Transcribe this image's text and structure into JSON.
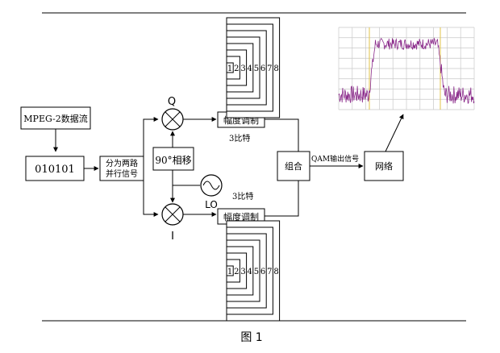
{
  "diagram": {
    "mpeg_label": "MPEG-2数据流",
    "binary_label": "010101",
    "split_label_line1": "分为两路",
    "split_label_line2": "并行信号",
    "phase_shift_label": "90°相移",
    "q_label": "Q",
    "i_label": "I",
    "lo_label": "LO",
    "amp_mod_top": "幅度调制",
    "amp_mod_bottom": "幅度调制",
    "bits_top": "3比特",
    "bits_bottom": "3比特",
    "combine_label": "组合",
    "qam_output_label": "QAM输出信号",
    "network_label": "网络",
    "level_numbers": [
      "1",
      "2",
      "3",
      "4",
      "5",
      "6",
      "7",
      "8"
    ],
    "figure_caption": "图 1"
  },
  "spectrum": {
    "trace_color": "#8a2a8a",
    "marker_color": "#e0c34a",
    "grid_color": "#c8c8c8",
    "grid": true
  }
}
